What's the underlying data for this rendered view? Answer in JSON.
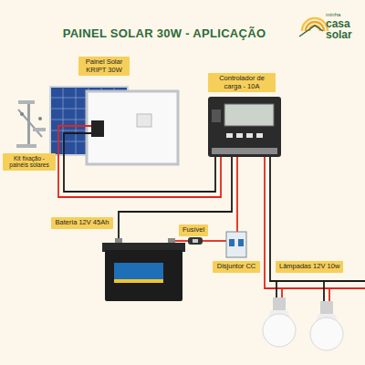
{
  "diagram": {
    "title": "PAINEL SOLAR 30W - APLICAÇÃO",
    "nodes": [
      {
        "text": [
          "Painel Solar KRIPT 30W"
        ]
      },
      {
        "text": [
          "Controlador de carga - 10A"
        ]
      },
      {
        "text": [
          "Kit fixação - painéis solares"
        ]
      },
      {
        "text": [
          "Bateria 12V 45Ah"
        ]
      },
      {
        "text": [
          "Fusível"
        ]
      },
      {
        "text": [
          "Disjuntor CC"
        ]
      },
      {
        "text": [
          "Lâmpadas 12V 10w"
        ]
      }
    ],
    "labels": [
      "minha",
      "casa",
      "solar"
    ]
  }
}
